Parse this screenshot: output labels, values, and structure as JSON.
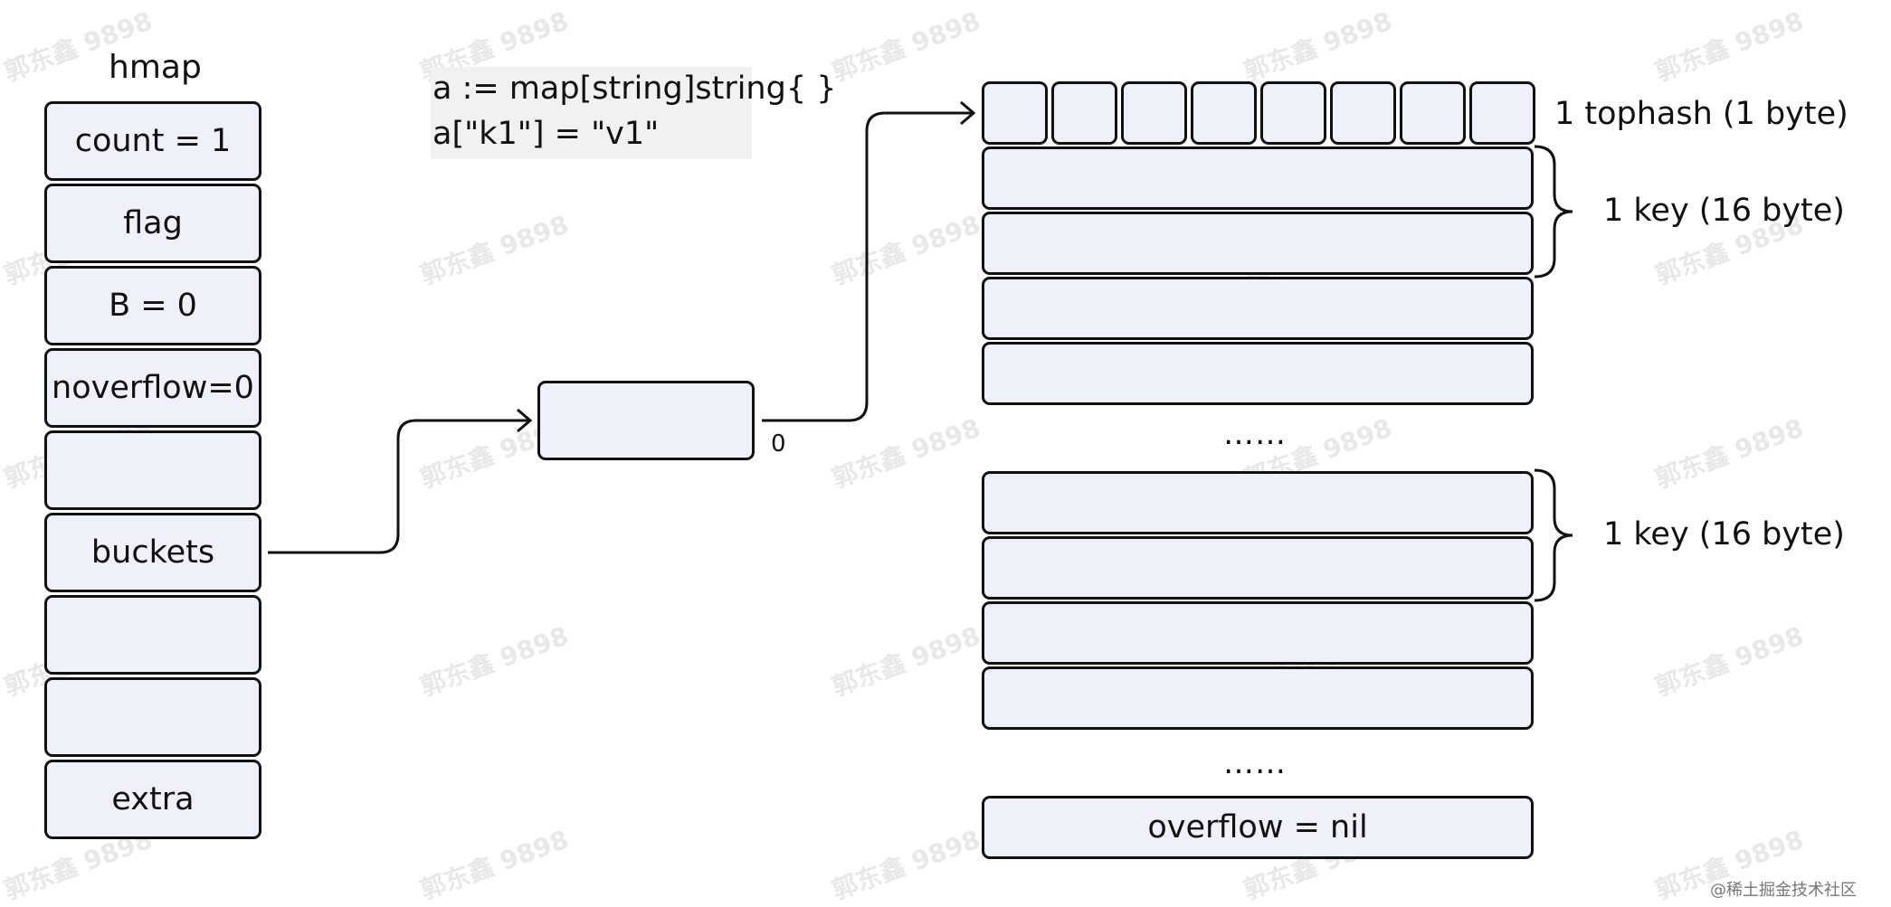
{
  "hmap": {
    "title": "hmap",
    "fields": [
      "count = 1",
      "flag",
      "B = 0",
      "noverflow=0",
      "",
      "buckets",
      "",
      "",
      "extra"
    ]
  },
  "code": {
    "lines": [
      "a := map[string]string{ }",
      "a[\"k1\"] = \"v1\""
    ]
  },
  "bucket_array": {
    "index_label": "0"
  },
  "bucket": {
    "tophash_count": 8,
    "tophash_label": "1 tophash (1 byte)",
    "key_label": "1 key (16 byte)",
    "value_label": "1 key (16 byte)",
    "ellipsis": "……",
    "overflow_label": "overflow = nil"
  },
  "watermark": "郭东鑫 9898",
  "footer": "@稀土掘金技术社区"
}
